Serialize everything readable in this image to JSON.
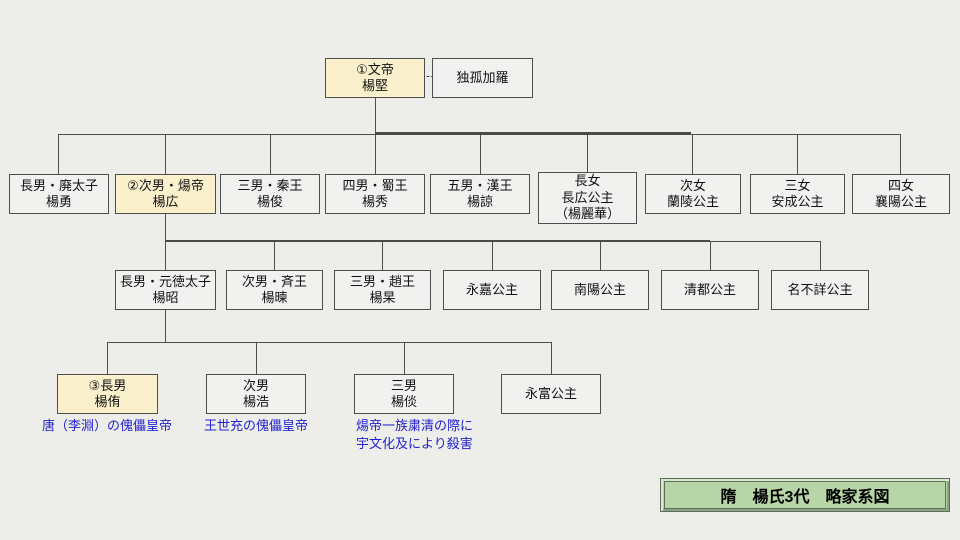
{
  "title": "隋　楊氏3代　略家系図",
  "colors": {
    "background": "#EDEDEA",
    "box_fill": "#F1F1EF",
    "box_border": "#4D4D4D",
    "highlight_fill": "#FAF0CC",
    "connector": "#4D4D4D",
    "note_blue": "#2222CC",
    "title_fill": "#B7D5A7",
    "title_border": "#5F6E5A"
  },
  "nodes": {
    "wendi": {
      "lines": [
        "①文帝",
        "楊堅"
      ]
    },
    "dokkokara": {
      "lines": [
        "独孤加羅"
      ]
    },
    "yangyong": {
      "lines": [
        "長男・廃太子",
        "楊勇"
      ]
    },
    "yangguang": {
      "lines": [
        "②次男・煬帝",
        "楊広"
      ]
    },
    "yangjun": {
      "lines": [
        "三男・秦王",
        "楊俊"
      ]
    },
    "yangxiu": {
      "lines": [
        "四男・蜀王",
        "楊秀"
      ]
    },
    "yangliang": {
      "lines": [
        "五男・漢王",
        "楊諒"
      ]
    },
    "chojo": {
      "lines": [
        "長女",
        "長広公主",
        "（楊麗華）"
      ]
    },
    "jijo": {
      "lines": [
        "次女",
        "蘭陵公主"
      ]
    },
    "sanjo": {
      "lines": [
        "三女",
        "安成公主"
      ]
    },
    "yonjo": {
      "lines": [
        "四女",
        "襄陽公主"
      ]
    },
    "yangzhao": {
      "lines": [
        "長男・元徳太子",
        "楊昭"
      ]
    },
    "yangjian": {
      "lines": [
        "次男・斉王",
        "楊暕"
      ]
    },
    "yanggao": {
      "lines": [
        "三男・趙王",
        "楊杲"
      ]
    },
    "eika": {
      "lines": [
        "永嘉公主"
      ]
    },
    "nanyo": {
      "lines": [
        "南陽公主"
      ]
    },
    "seito": {
      "lines": [
        "清都公主"
      ]
    },
    "fumei": {
      "lines": [
        "名不詳公主"
      ]
    },
    "yangyou": {
      "lines": [
        "③長男",
        "楊侑"
      ]
    },
    "yanghao": {
      "lines": [
        "次男",
        "楊浩"
      ]
    },
    "yangtan": {
      "lines": [
        "三男",
        "楊倓"
      ]
    },
    "eifu": {
      "lines": [
        "永富公主"
      ]
    }
  },
  "notes": {
    "yangyou_note": "唐（李淵）の傀儡皇帝",
    "yanghao_note": "王世充の傀儡皇帝",
    "yangtan_note_line1": "煬帝一族粛清の際に",
    "yangtan_note_line2": "宇文化及により殺害"
  }
}
